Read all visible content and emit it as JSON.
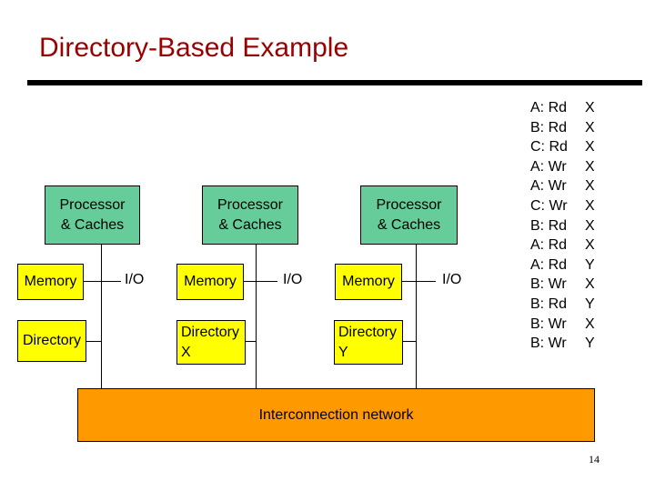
{
  "slide": {
    "title": "Directory-Based Example",
    "page_number": "14"
  },
  "nodes": [
    {
      "processor_label": "Processor\n& Caches",
      "memory_label": "Memory",
      "io_label": "I/O",
      "directory_label": "Directory"
    },
    {
      "processor_label": "Processor\n& Caches",
      "memory_label": "Memory",
      "io_label": "I/O",
      "directory_label": "Directory\nX"
    },
    {
      "processor_label": "Processor\n& Caches",
      "memory_label": "Memory",
      "io_label": "I/O",
      "directory_label": "Directory\nY"
    }
  ],
  "network": {
    "label": "Interconnection network"
  },
  "access_sequence": [
    {
      "op": "A: Rd",
      "target": "X"
    },
    {
      "op": "B: Rd",
      "target": "X"
    },
    {
      "op": "C: Rd",
      "target": "X"
    },
    {
      "op": "A: Wr",
      "target": "X"
    },
    {
      "op": "A: Wr",
      "target": "X"
    },
    {
      "op": "C: Wr",
      "target": "X"
    },
    {
      "op": "B: Rd",
      "target": "X"
    },
    {
      "op": "A: Rd",
      "target": "X"
    },
    {
      "op": "A: Rd",
      "target": "Y"
    },
    {
      "op": "B: Wr",
      "target": "X"
    },
    {
      "op": "B: Rd",
      "target": "Y"
    },
    {
      "op": "B: Wr",
      "target": "X"
    },
    {
      "op": "B: Wr",
      "target": "Y"
    }
  ],
  "colors": {
    "title": "#990000",
    "processor": "#66cc99",
    "memory": "#ffff00",
    "directory": "#ffff00",
    "network": "#ff9900"
  }
}
